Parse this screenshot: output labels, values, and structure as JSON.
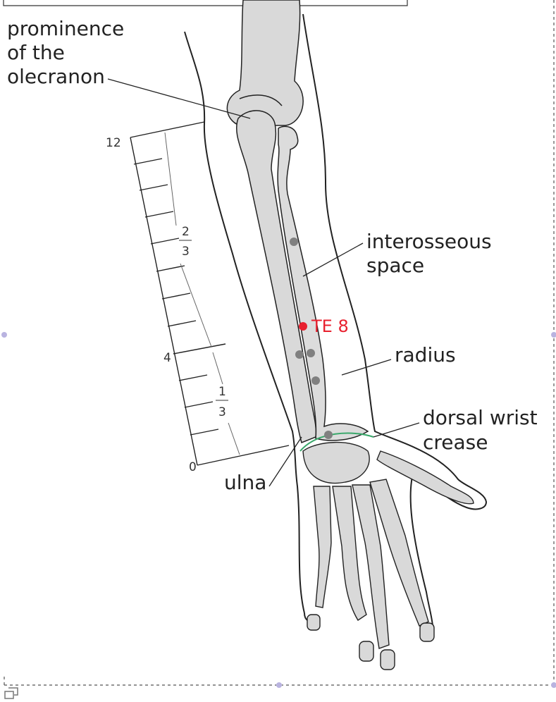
{
  "labels": {
    "prominence_line1": "prominence",
    "prominence_line2": "of the",
    "prominence_line3": "olecranon",
    "interosseous_line1": "interosseous",
    "interosseous_line2": "space",
    "point_name": "TE 8",
    "radius": "radius",
    "dorsal_line1": "dorsal wrist",
    "dorsal_line2": "crease",
    "ulna": "ulna"
  },
  "scale": {
    "top": "12",
    "mid": "4",
    "bottom": "0",
    "frac_upper_num": "2",
    "frac_upper_den": "3",
    "frac_lower_num": "1",
    "frac_lower_den": "3"
  },
  "colors": {
    "accent_point": "#e8202e",
    "bone": "#d9d9d9",
    "outline": "#222222",
    "wrist_crease": "#3aa86b",
    "aux_points": "#808080",
    "frame_dash": "#555555",
    "handle": "#b9b3e0"
  }
}
